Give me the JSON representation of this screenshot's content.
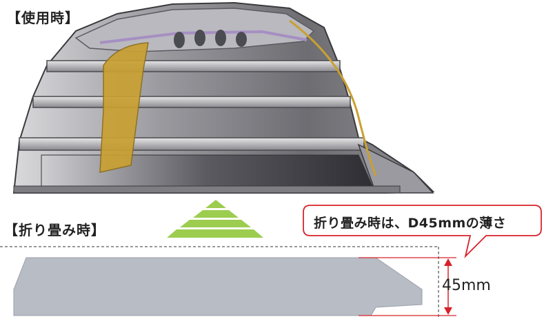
{
  "labels": {
    "in_use": "【使用時】",
    "folded": "【折り畳み時】"
  },
  "callout": {
    "text": "折り畳み時は、D45mmの薄さ"
  },
  "dimension": {
    "value": "45mm"
  },
  "colors": {
    "accent_red": "#d8222a",
    "strap_gold": "#c9a032",
    "arrow_green": "#9ccd4f",
    "folded_gray": "#b7bcc5"
  }
}
